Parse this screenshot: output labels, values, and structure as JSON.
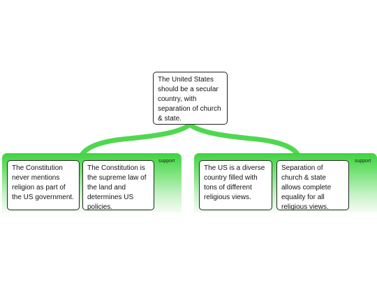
{
  "root": {
    "text": "The United States should be a secular country, with separation of church & state."
  },
  "groups": [
    {
      "label": "support",
      "children": [
        {
          "text": "The Constitution never mentions religion as part of the US government."
        },
        {
          "text": "The Constitution is the supreme law of the land and determines US policies."
        }
      ]
    },
    {
      "label": "support",
      "children": [
        {
          "text": "The US is a diverse country filled with tons of different religious views."
        },
        {
          "text": "Separation of church & state allows complete equality for all religious views."
        }
      ]
    }
  ],
  "colors": {
    "connector": "#4fd84f",
    "group_top": "#3fd33f",
    "node_border": "#222222"
  }
}
